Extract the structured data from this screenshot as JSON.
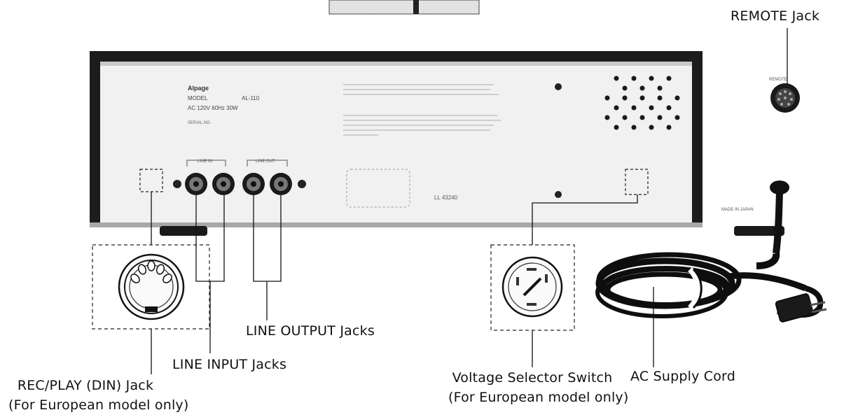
{
  "panel": {
    "brand": "Alpage",
    "model_label": "MODEL",
    "model_value": "AL-110",
    "power": "AC 120V  60Hz  30W",
    "serial": "SERIAL NO.",
    "line_in_label": "LINE IN",
    "line_out_label": "LINE OUT",
    "cert_number": "LL 43240",
    "made_in": "MADE IN JAPAN",
    "remote_label": "REMOTE"
  },
  "labels": {
    "remote_jack": "REMOTE Jack",
    "line_output": "LINE OUTPUT  Jacks",
    "line_input": "LINE INPUT Jacks",
    "rec_play_line1": "REC/PLAY (DIN) Jack",
    "rec_play_line2": "(For European model only)",
    "voltage_line1": "Voltage Selector Switch",
    "voltage_line2": "(For European model only)",
    "ac_cord": "AC Supply Cord"
  }
}
